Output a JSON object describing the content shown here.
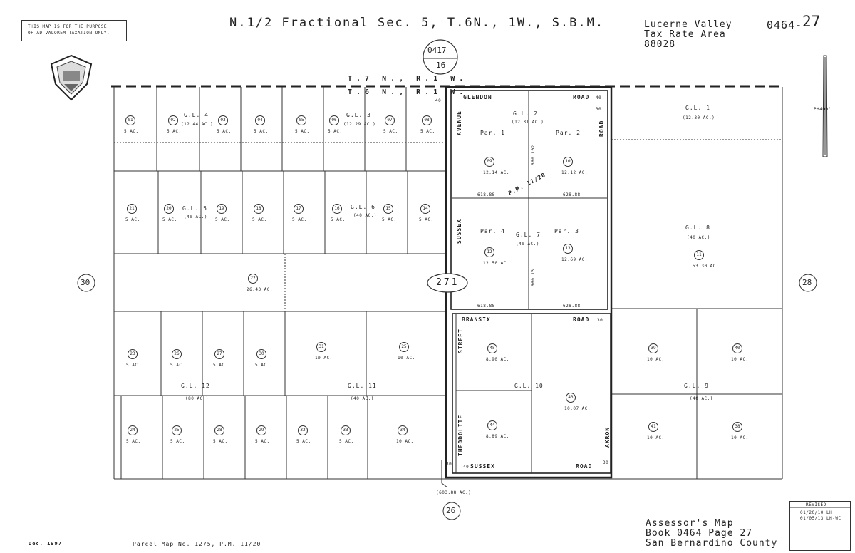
{
  "notice": [
    "THIS MAP IS FOR THE PURPOSE",
    "OF AD VALOREM TAXATION ONLY."
  ],
  "title": "N.1/2 Fractional Sec. 5, T.6N., 1W., S.B.M.",
  "tax_area": {
    "line1": "Lucerne Valley",
    "line2": "Tax Rate Area",
    "line3": "88028"
  },
  "book_page": "0464-",
  "page_num": "27",
  "index_map": {
    "book": "0417",
    "page": "16"
  },
  "township_top": "T.7 N., R.1 W.",
  "township_bottom": "T.6 N., R.1 W.",
  "north_arrow_label": "PH400'",
  "adjacent_pages": {
    "west": "30",
    "east": "28",
    "south": "26"
  },
  "center_book": "271",
  "roads": {
    "glendon": "GLENDON",
    "road": "ROAD",
    "avenue": "AVENUE",
    "sussex": "SUSSEX",
    "bransix": "BRANSIX",
    "street": "STREET",
    "theodolite": "THEODOLITE",
    "akron": "AKRON"
  },
  "pm_label": "P.M. 11/20",
  "total_acreage": "(603.88 AC.)",
  "gov_lots": {
    "gl4": "G.L. 4",
    "gl4_ac": "(12.44 AC.)",
    "gl3": "G.L. 3",
    "gl3_ac": "(12.29 AC.)",
    "gl2": "G.L. 2",
    "gl2_ac": "(12.31 AC.)",
    "gl1": "G.L. 1",
    "gl1_ac": "(12.30 AC.)",
    "gl5": "G.L. 5",
    "gl5_ac": "(40 AC.)",
    "gl6": "G.L. 6",
    "gl6_ac": "(40 AC.)",
    "gl7": "G.L. 7",
    "gl7_ac": "(40 AC.)",
    "gl8": "G.L. 8",
    "gl8_ac": "(40 AC.)",
    "gl12": "G.L. 12",
    "gl12_ac": "(80 AC.)",
    "gl11": "G.L. 11",
    "gl11_ac": "(40 AC.)",
    "gl10": "G.L. 10",
    "gl9": "G.L. 9",
    "gl9_ac": "(40 AC.)"
  },
  "pars": {
    "p1": "Par. 1",
    "p2": "Par. 2",
    "p3": "Par. 3",
    "p4": "Par. 4"
  },
  "dims": {
    "d1": "618.88",
    "d2": "628.88",
    "d3": "618.88",
    "d4": "628.88",
    "v1": "660.102",
    "v2": "660.13",
    "n40a": "40",
    "n30a": "30",
    "n30b": "30",
    "n40b": "40",
    "n30c": "30",
    "n40c": "40",
    "n30d": "30"
  },
  "parcels": [
    {
      "num": "01",
      "ac": "5 AC."
    },
    {
      "num": "02",
      "ac": "5 AC."
    },
    {
      "num": "03",
      "ac": "5 AC."
    },
    {
      "num": "04",
      "ac": "5 AC."
    },
    {
      "num": "05",
      "ac": "5 AC."
    },
    {
      "num": "06",
      "ac": "5 AC."
    },
    {
      "num": "07",
      "ac": "5 AC."
    },
    {
      "num": "08",
      "ac": "5 AC."
    },
    {
      "num": "21",
      "ac": "5 AC."
    },
    {
      "num": "20",
      "ac": "5 AC."
    },
    {
      "num": "19",
      "ac": "5 AC."
    },
    {
      "num": "18",
      "ac": "5 AC."
    },
    {
      "num": "17",
      "ac": "5 AC."
    },
    {
      "num": "16",
      "ac": "5 AC."
    },
    {
      "num": "15",
      "ac": "5 AC."
    },
    {
      "num": "14",
      "ac": "5 AC."
    },
    {
      "num": "22",
      "ac": "26.43 AC."
    },
    {
      "num": "09",
      "ac": "12.14 AC."
    },
    {
      "num": "10",
      "ac": "12.12 AC."
    },
    {
      "num": "12",
      "ac": "12.50 AC."
    },
    {
      "num": "13",
      "ac": "12.69 AC."
    },
    {
      "num": "11",
      "ac": "53.30 AC."
    },
    {
      "num": "23",
      "ac": "5 AC."
    },
    {
      "num": "26",
      "ac": "5 AC."
    },
    {
      "num": "27",
      "ac": "5 AC."
    },
    {
      "num": "30",
      "ac": "5 AC."
    },
    {
      "num": "31",
      "ac": "10 AC."
    },
    {
      "num": "25",
      "ac": "10 AC."
    },
    {
      "num": "45",
      "ac": "8.90 AC."
    },
    {
      "num": "39",
      "ac": "10 AC."
    },
    {
      "num": "40",
      "ac": "10 AC."
    },
    {
      "num": "43",
      "ac": "10.07 AC."
    },
    {
      "num": "24",
      "ac": "5 AC."
    },
    {
      "num": "25",
      "ac": "5 AC."
    },
    {
      "num": "28",
      "ac": "5 AC."
    },
    {
      "num": "29",
      "ac": "5 AC."
    },
    {
      "num": "32",
      "ac": "5 AC."
    },
    {
      "num": "33",
      "ac": "5 AC."
    },
    {
      "num": "34",
      "ac": "10 AC."
    },
    {
      "num": "44",
      "ac": "8.89 AC."
    },
    {
      "num": "41",
      "ac": "10 AC."
    },
    {
      "num": "38",
      "ac": "10 AC."
    }
  ],
  "revised": {
    "title": "REVISED",
    "line1": "01/20/10 LH",
    "line2": "01/05/13 LH-WC"
  },
  "assessor": {
    "line1": "Assessor's Map",
    "line2": "Book 0464 Page 27",
    "line3": "San Bernardino County"
  },
  "date": "Dec. 1997",
  "parcel_map": "Parcel Map No. 1275, P.M. 11/20"
}
